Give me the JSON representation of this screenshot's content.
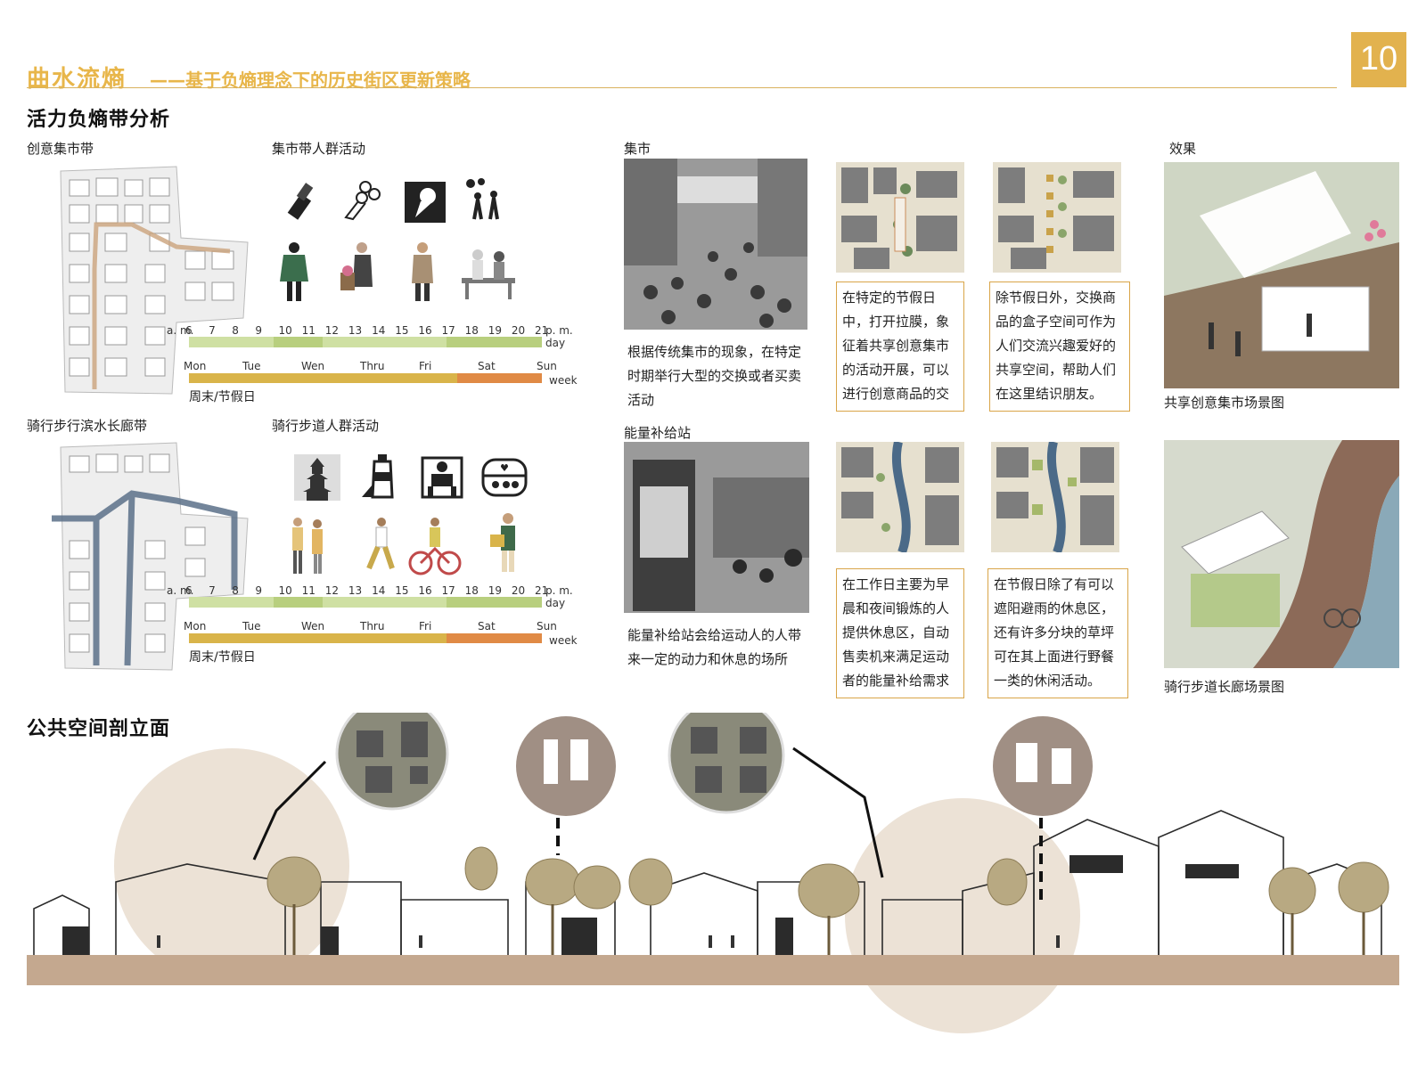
{
  "header": {
    "title": "曲水流熵",
    "subtitle": "——基于负熵理念下的历史街区更新策略",
    "page_number": "10"
  },
  "section1": {
    "title": "活力负熵带分析",
    "market_band": {
      "label": "创意集市带",
      "activity_label": "集市带人群活动",
      "icons": [
        "lipstick-icon",
        "bouquet-icon",
        "ice-cream-icon",
        "people-talking-icon"
      ],
      "hours": [
        "6",
        "7",
        "8",
        "9",
        "10",
        "11",
        "12",
        "13",
        "14",
        "15",
        "16",
        "17",
        "18",
        "19",
        "20",
        "21"
      ],
      "am": "a. m.",
      "pm": "p. m.",
      "day": "day",
      "weekdays": [
        "Mon",
        "Tue",
        "Wen",
        "Thru",
        "Fri",
        "Sat",
        "Sun"
      ],
      "week": "week",
      "holiday": "周末/节假日"
    },
    "cycling_band": {
      "label": "骑行步行滨水长廊带",
      "activity_label": "骑行步道人群活动",
      "icons": [
        "pagoda-icon",
        "water-bottle-icon",
        "seat-icon",
        "food-box-icon"
      ],
      "hours": [
        "6",
        "7",
        "8",
        "9",
        "10",
        "11",
        "12",
        "13",
        "14",
        "15",
        "16",
        "17",
        "18",
        "19",
        "20",
        "21"
      ],
      "am": "a. m.",
      "pm": "p. m.",
      "day": "day",
      "weekdays": [
        "Mon",
        "Tue",
        "Wen",
        "Thru",
        "Fri",
        "Sat",
        "Sun"
      ],
      "week": "week",
      "holiday": "周末/节假日"
    },
    "market": {
      "label": "集市",
      "description": "根据传统集市的现象，在特定时期举行大型的交换或者买卖活动",
      "box1": "在特定的节假日中，打开拉膜，象征着共享创意集市的活动开展，可以进行创意商品的交换",
      "box2": "除节假日外，交换商品的盒子空间可作为人们交流兴趣爱好的共享空间，帮助人们在这里结识朋友。"
    },
    "energy": {
      "label": "能量补给站",
      "description": "能量补给站会给运动人的人带来一定的动力和休息的场所",
      "box1": "在工作日主要为早晨和夜间锻炼的人提供休息区，自动售卖机来满足运动者的能量补给需求",
      "box2": "在节假日除了有可以遮阳避雨的休息区，还有许多分块的草坪可在其上面进行野餐一类的休闲活动。"
    },
    "effect": {
      "label": "效果",
      "caption1": "共享创意集市场景图",
      "caption2": "骑行步道长廊场景图"
    }
  },
  "section2": {
    "title": "公共空间剖立面"
  },
  "colors": {
    "accent": "#e2b24e",
    "timeline_light": "#cfe0a3",
    "timeline_green": "#b8cf7e",
    "week_yellow": "#d9b44a",
    "week_orange": "#e08a45",
    "ground": "#c4a88f",
    "circle": "#e8dccd",
    "bubble": "#a08f84"
  }
}
